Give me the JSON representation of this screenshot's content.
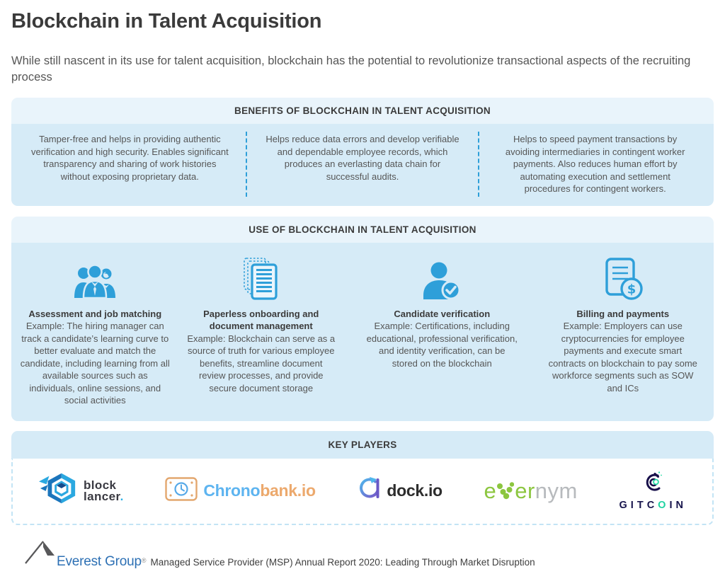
{
  "page": {
    "title": "Blockchain in Talent Acquisition",
    "subtitle": "While still nascent in its use for talent acquisition, blockchain has the potential to revolutionize transactional aspects of the recruiting process"
  },
  "benefits": {
    "header": "BENEFITS OF BLOCKCHAIN IN TALENT ACQUISITION",
    "items": [
      "Tamper-free and helps in providing authentic verification and high security. Enables significant transparency and sharing of work histories without exposing proprietary data.",
      "Helps reduce data errors and develop verifiable and dependable employee records, which produces an everlasting data chain for successful audits.",
      "Helps to speed payment transactions by avoiding intermediaries in contingent worker payments. Also reduces human effort by automating execution and settlement procedures for contingent workers."
    ]
  },
  "uses": {
    "header": "USE OF BLOCKCHAIN IN TALENT ACQUISITION",
    "items": [
      {
        "icon": "team-icon",
        "title": "Assessment and job matching",
        "description": "Example: The hiring manager can track a candidate’s learning curve to better evaluate and match the candidate, including learning from all available sources such as individuals, online sessions, and social activities"
      },
      {
        "icon": "stacked-documents-icon",
        "title": "Paperless onboarding and document management",
        "description": "Example: Blockchain can serve as a source of truth for various employee benefits, streamline document review processes, and provide secure document storage"
      },
      {
        "icon": "person-check-icon",
        "title": "Candidate verification",
        "description": "Example: Certifications, including educational, professional verification, and identity verification, can be stored on the blockchain"
      },
      {
        "icon": "invoice-dollar-icon",
        "title": "Billing and payments",
        "description": "Example: Employers can use cryptocurrencies for employee payments and execute smart contracts on blockchain to pay some workforce segments such as SOW and ICs"
      }
    ]
  },
  "key_players": {
    "header": "KEY PLAYERS",
    "blocklancer": {
      "line1": "block",
      "line2": "lancer",
      "dot": "."
    },
    "chronobank": {
      "part1": "Chrono",
      "part2": "bank.io"
    },
    "dock": {
      "label": "dock.io"
    },
    "evernym": {
      "part1": "e",
      "part2": "er",
      "part3": "nym"
    },
    "gitcoin": {
      "part1": "GITC",
      "part2": "O",
      "part3": "IN"
    }
  },
  "footer": {
    "brand": "Everest Group",
    "registered": "®",
    "report": "Managed Service Provider (MSP) Annual Report 2020: Leading Through Market Disruption"
  },
  "colors": {
    "accent_blue": "#2e9fd9",
    "band_light": "#e9f4fb",
    "band_dark": "#d6ebf7",
    "dashed_border": "#c3e4f5",
    "heading_text": "#3b3b3b",
    "body_text": "#565656",
    "blocklancer_blue": "#2bb2e8",
    "chronobank_blue": "#5db4f0",
    "chronobank_orange": "#eca96d",
    "dock_gradient": [
      "#4fb7ec",
      "#7957c8"
    ],
    "evernym_green": "#8cc63f",
    "evernym_gray": "#b7babd",
    "gitcoin_navy": "#17144c",
    "gitcoin_green": "#1fd3a1",
    "everest_blue": "#2d70b4"
  }
}
